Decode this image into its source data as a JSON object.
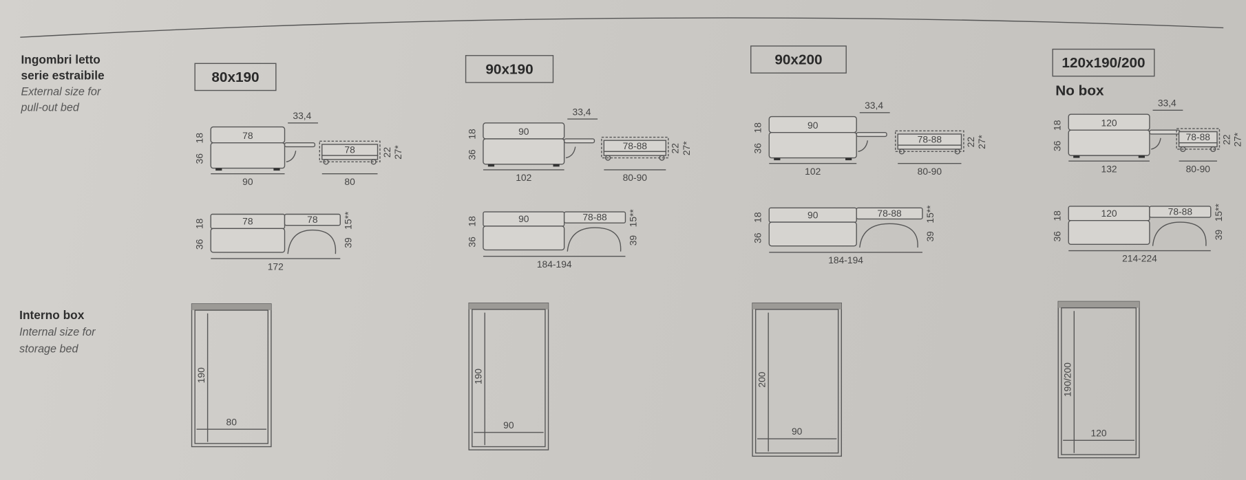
{
  "sections": {
    "external": {
      "title_line1": "Ingombri letto",
      "title_line2": "serie estraibile",
      "subtitle_line1": "External size for",
      "subtitle_line2": "pull-out bed"
    },
    "internal": {
      "title": "Interno box",
      "subtitle_line1": "Internal size for",
      "subtitle_line2": "storage bed"
    }
  },
  "columns": [
    {
      "size": "80x190",
      "note": "",
      "arm": "33,4",
      "seat": "78",
      "h_top": "18",
      "h_base": "36",
      "width": "90",
      "trundle": "78",
      "trundle_width": "80",
      "trundle_h": "22",
      "trundle_h2": "27*",
      "open_seat": "78",
      "open_ext": "78",
      "open_h_top": "15**",
      "open_h_base": "39",
      "open_width": "172",
      "box_length": "190",
      "box_width": "80"
    },
    {
      "size": "90x190",
      "note": "",
      "arm": "33,4",
      "seat": "90",
      "h_top": "18",
      "h_base": "36",
      "width": "102",
      "trundle": "78-88",
      "trundle_width": "80-90",
      "trundle_h": "22",
      "trundle_h2": "27*",
      "open_seat": "90",
      "open_ext": "78-88",
      "open_h_top": "15**",
      "open_h_base": "39",
      "open_width": "184-194",
      "box_length": "190",
      "box_width": "90"
    },
    {
      "size": "90x200",
      "note": "",
      "arm": "33,4",
      "seat": "90",
      "h_top": "18",
      "h_base": "36",
      "width": "102",
      "trundle": "78-88",
      "trundle_width": "80-90",
      "trundle_h": "22",
      "trundle_h2": "27*",
      "open_seat": "90",
      "open_ext": "78-88",
      "open_h_top": "15**",
      "open_h_base": "39",
      "open_width": "184-194",
      "box_length": "200",
      "box_width": "90"
    },
    {
      "size": "120x190/200",
      "note": "No box",
      "arm": "33,4",
      "seat": "120",
      "h_top": "18",
      "h_base": "36",
      "width": "132",
      "trundle": "78-88",
      "trundle_width": "80-90",
      "trundle_h": "22",
      "trundle_h2": "27*",
      "open_seat": "120",
      "open_ext": "78-88",
      "open_h_top": "15**",
      "open_h_base": "39",
      "open_width": "214-224",
      "box_length": "190/200",
      "box_width": "120"
    }
  ]
}
